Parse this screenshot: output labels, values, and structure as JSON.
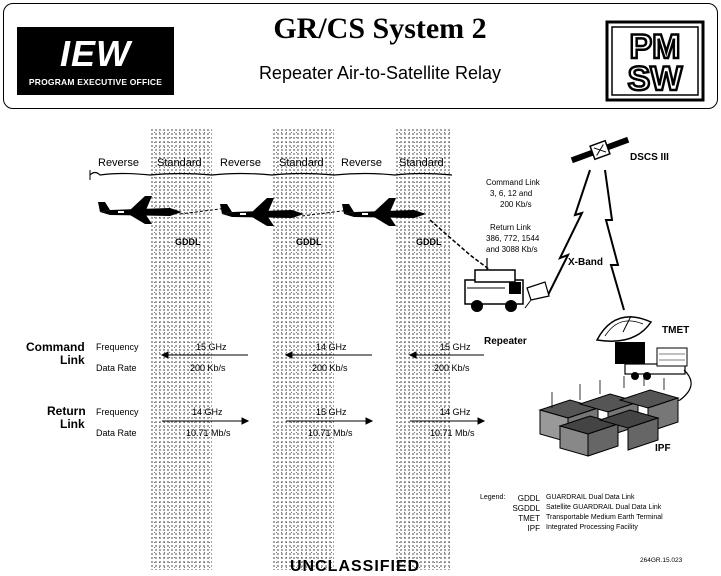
{
  "header": {
    "logo_main": "IEW",
    "logo_sub": "PROGRAM EXECUTIVE OFFICE",
    "title": "GR/CS System 2",
    "subtitle": "Repeater Air-to-Satellite Relay",
    "pmsw_top": "PM",
    "pmsw_bottom": "SW"
  },
  "mode_labels": [
    "Reverse",
    "Standard",
    "Reverse",
    "Standard",
    "Reverse",
    "Standard"
  ],
  "gddl_label": "GDDL",
  "satellite_label": "DSCS III",
  "uplink": {
    "command_title": "Command Link",
    "command_rates": "3, 6, 12 and",
    "command_rates2": "200 Kb/s",
    "return_title": "Return Link",
    "return_rates": "386, 772, 1544",
    "return_rates2": "and 3088 Kb/s"
  },
  "xband_label": "X-Band",
  "repeater_label": "Repeater",
  "tmet_label": "TMET",
  "ipf_label": "IPF",
  "command_link": {
    "label_line1": "Command",
    "label_line2": "Link",
    "frequency_label": "Frequency",
    "datarate_label": "Data Rate",
    "frequencies": [
      "15 GHz",
      "14 GHz",
      "15 GHz"
    ],
    "rates": [
      "200 Kb/s",
      "200 Kb/s",
      "200 Kb/s"
    ]
  },
  "return_link": {
    "label_line1": "Return",
    "label_line2": "Link",
    "frequency_label": "Frequency",
    "datarate_label": "Data Rate",
    "frequencies": [
      "14 GHz",
      "15 GHz",
      "14 GHz"
    ],
    "rates": [
      "10.71 Mb/s",
      "10.71 Mb/s",
      "10.71 Mb/s"
    ]
  },
  "legend": {
    "title": "Legend:",
    "items": [
      {
        "key": "GDDL",
        "value": "GUARDRAIL Dual Data Link"
      },
      {
        "key": "SGDDL",
        "value": "Satellite GUARDRAIL Dual Data Link"
      },
      {
        "key": "TMET",
        "value": "Transportable Medium Earth Terminal"
      },
      {
        "key": "IPF",
        "value": "Integrated Processing Facility"
      }
    ]
  },
  "doc_code": "264GR.15.023",
  "classification": "UNCLASSIFIED"
}
